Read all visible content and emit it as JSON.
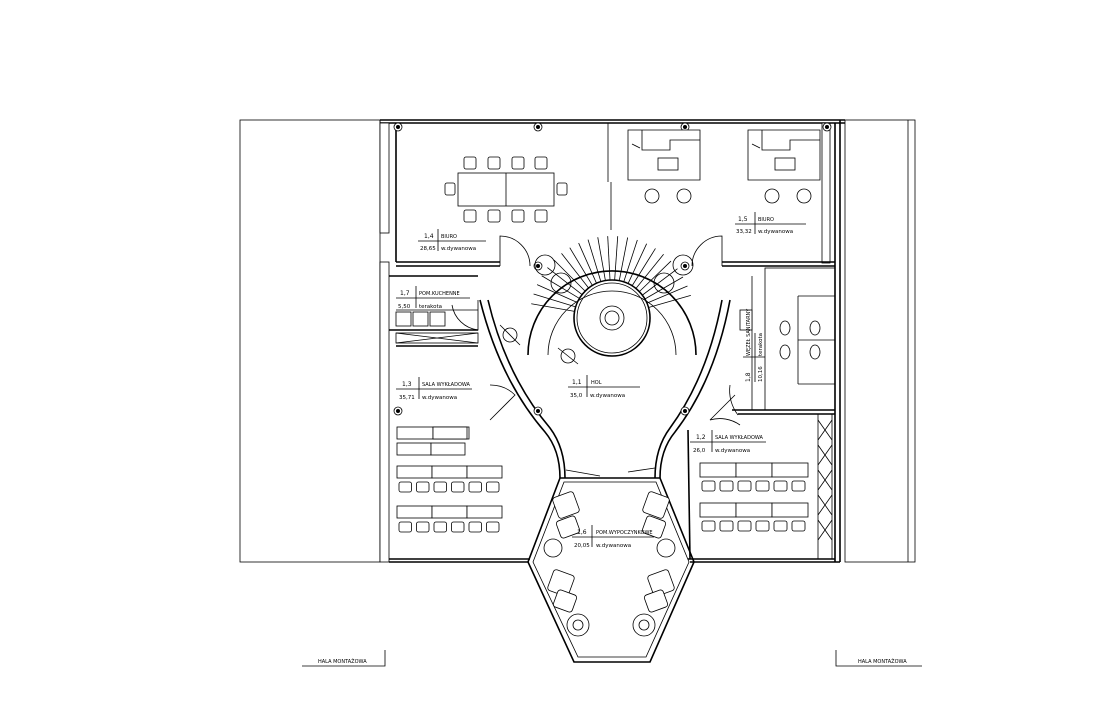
{
  "rooms": [
    {
      "id": "1-1",
      "number": "1,1",
      "name": "HOL",
      "area": "35,0",
      "finish": "w.dywanowa"
    },
    {
      "id": "1-2",
      "number": "1,2",
      "name": "SALA WYKŁADOWA",
      "area": "26,0",
      "finish": "w.dywanowa"
    },
    {
      "id": "1-3",
      "number": "1,3",
      "name": "SALA WYKŁADOWA",
      "area": "35,71",
      "finish": "w.dywanowa"
    },
    {
      "id": "1-4",
      "number": "1,4",
      "name": "BIURO",
      "area": "28,65",
      "finish": "w.dywanowa"
    },
    {
      "id": "1-5",
      "number": "1,5",
      "name": "BIURO",
      "area": "33,32",
      "finish": "w.dywanowa"
    },
    {
      "id": "1-6",
      "number": "1,6",
      "name": "POM.WYPOCZYNKOWE",
      "area": "20,05",
      "finish": "w.dywanowa"
    },
    {
      "id": "1-7",
      "number": "1,7",
      "name": "POM.KUCHENNE",
      "area": "5,50",
      "finish": "terakota"
    },
    {
      "id": "1-8",
      "number": "1,8",
      "name": "WĘZEŁ SANITARNY",
      "area": "10,16",
      "finish": "terakota"
    }
  ],
  "halls": [
    {
      "id": "left",
      "label": "HALA MONTAŻOWA"
    },
    {
      "id": "right",
      "label": "HALA MONTAŻOWA"
    }
  ]
}
